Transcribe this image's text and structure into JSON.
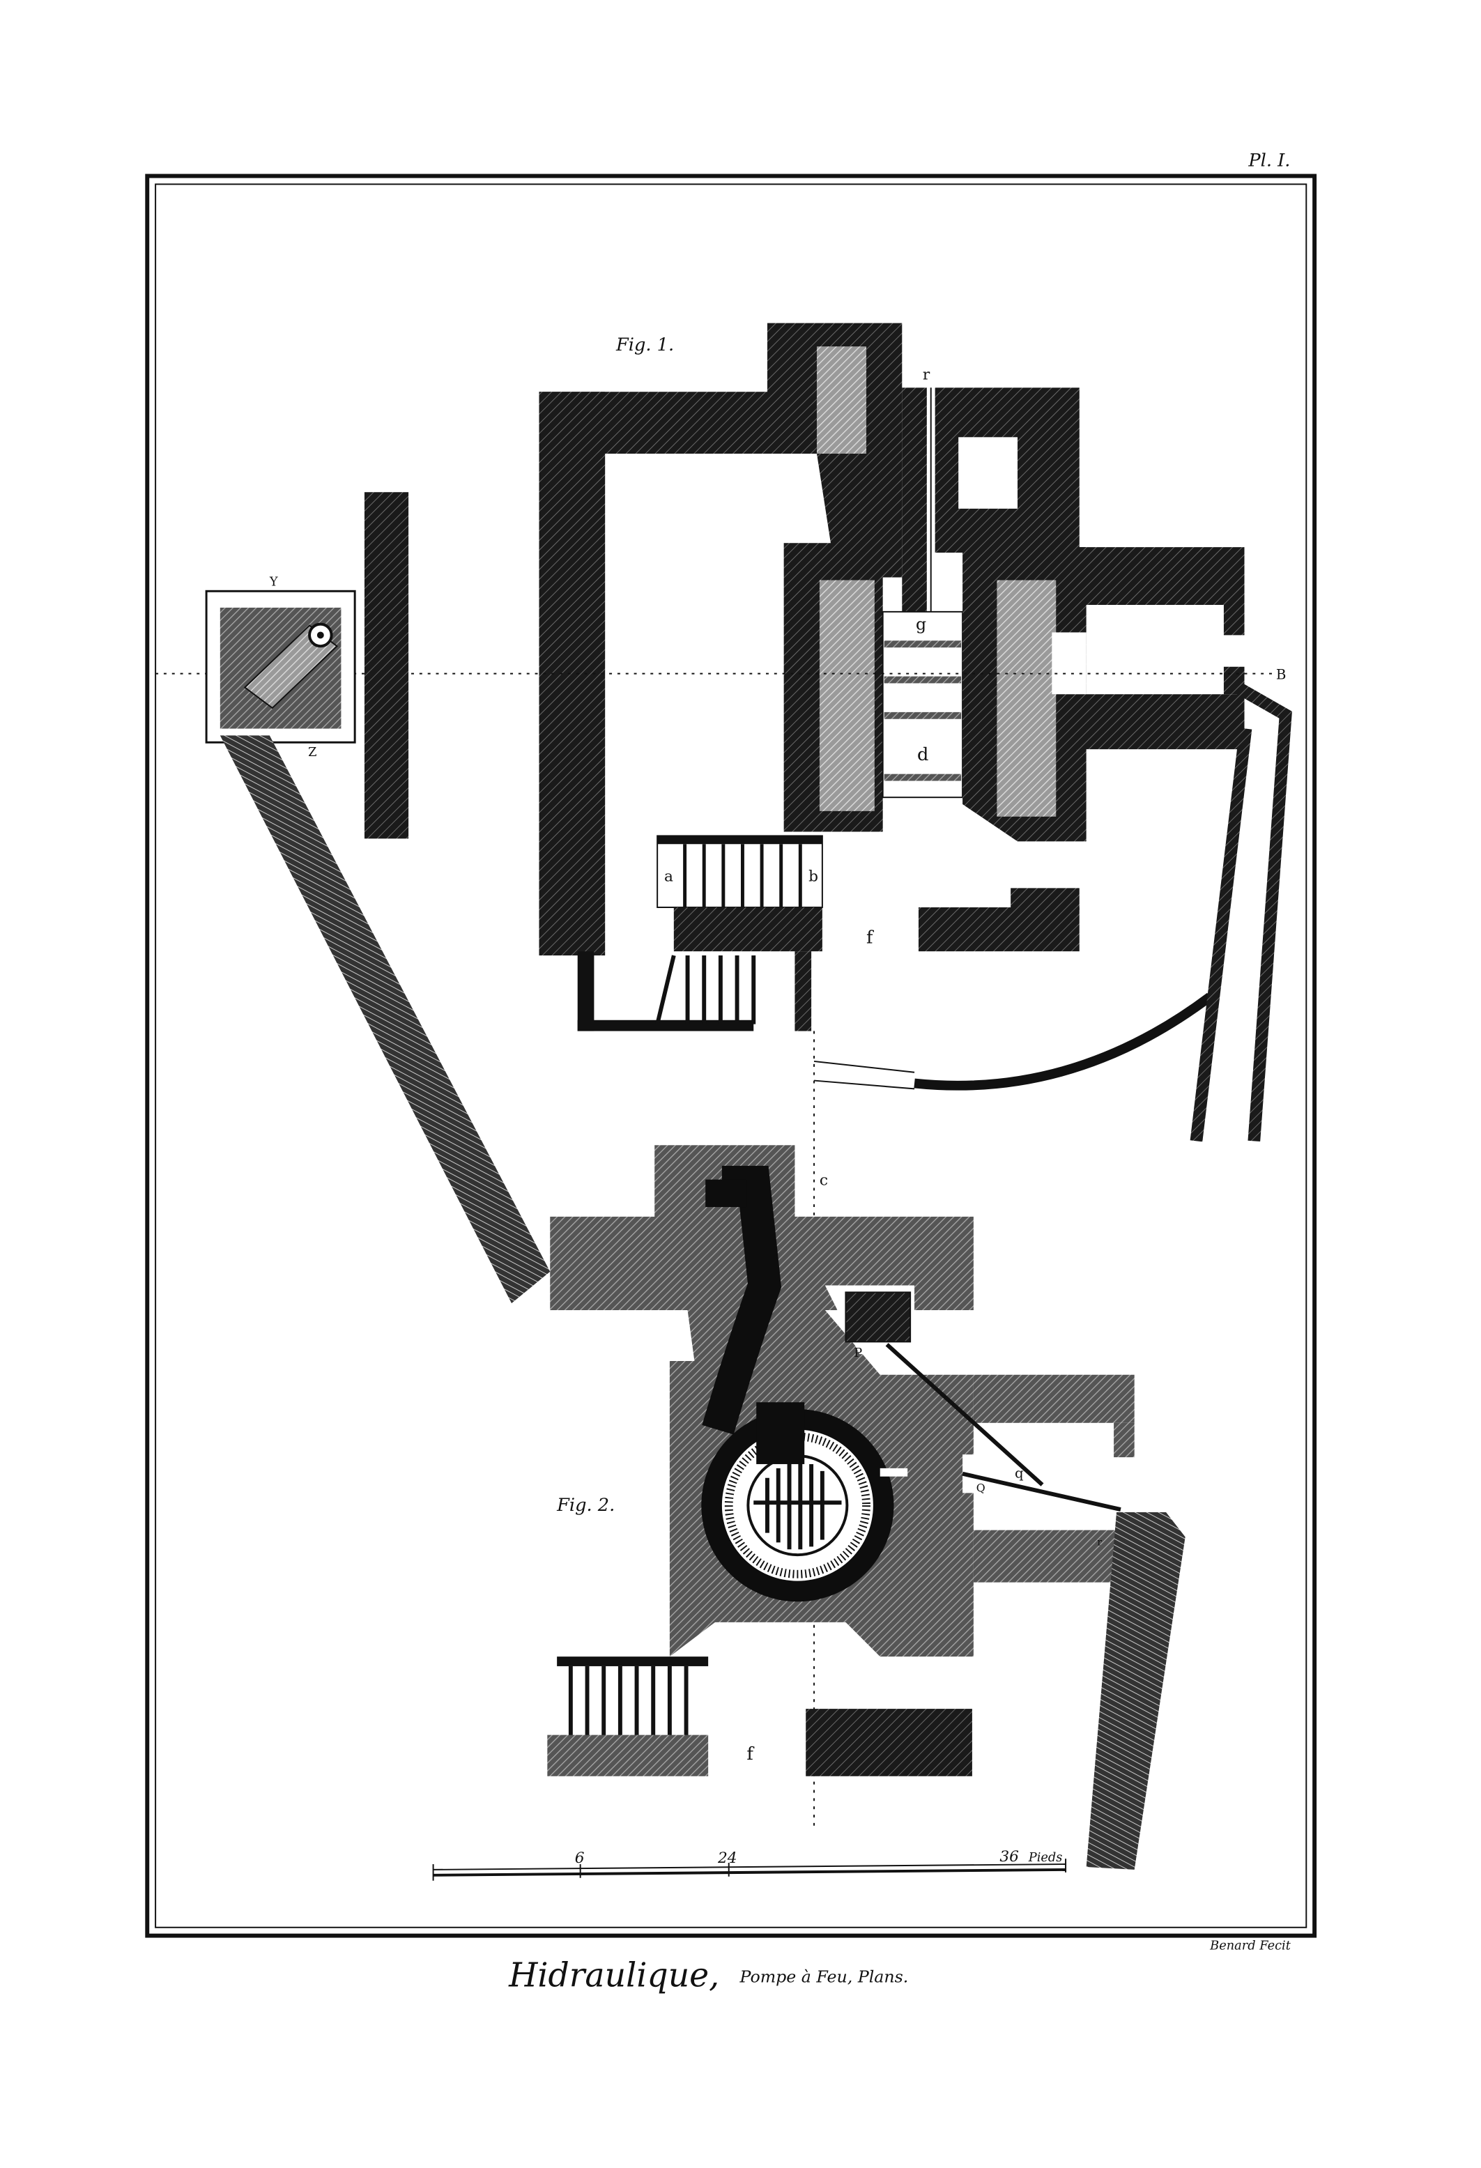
{
  "plate": {
    "number": "Pl. I.",
    "title": "Hidraulique,",
    "subtitle": "Pompe à Feu, Plans.",
    "engraver": "Benard Fecit"
  },
  "figures": {
    "fig1": {
      "label": "Fig. 1.",
      "letters": {
        "r": "r",
        "g": "g",
        "d": "d",
        "a": "a",
        "b": "b",
        "f": "f",
        "B": "B",
        "Y": "Y",
        "Z": "Z"
      }
    },
    "fig2": {
      "label": "Fig. 2.",
      "letters": {
        "c": "c",
        "P": "P",
        "q": "q",
        "Q": "Q",
        "f": "f",
        "r": "r"
      }
    }
  },
  "scale": {
    "ticks": [
      "6",
      "24",
      "36"
    ],
    "unit": "Pieds"
  },
  "colors": {
    "ink": "#111111",
    "paper": "#ffffff",
    "mid_tone": "#8a8a8a"
  }
}
